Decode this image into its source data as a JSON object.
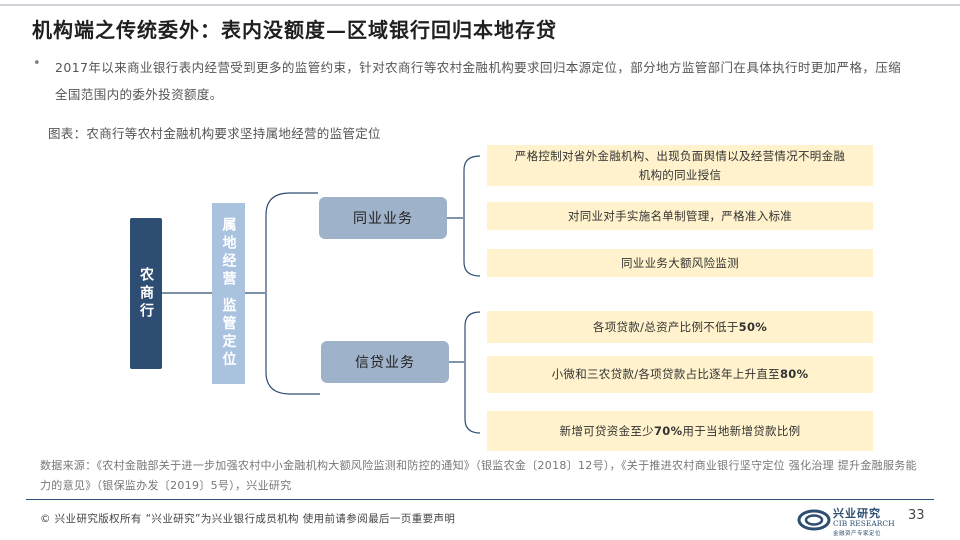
{
  "header": {
    "title": "机构端之传统委外：表内没额度—区域银行回归本地存贷"
  },
  "bullet": "2017年以来商业银行表内经营受到更多的监管约束，针对农商行等农村金融机构要求回归本源定位，部分地方监管部门在具体执行时更加严格，压缩全国范围内的委外投资额度。",
  "diagram": {
    "caption": "图表：农商行等农村金融机构要求坚持属地经营的监管定位",
    "root": "农商行",
    "middle": "属地经营 监管定位",
    "branches": [
      {
        "label": "同业业务",
        "items": [
          {
            "text": "严格控制对省外金融机构、出现负面舆情以及经营情况不明金融机构的同业授信"
          },
          {
            "text": "对同业对手实施名单制管理，严格准入标准"
          },
          {
            "text": "同业业务大额风险监测"
          }
        ]
      },
      {
        "label": "信贷业务",
        "items": [
          {
            "pre": "各项贷款/总资产比例不低于",
            "bold": "50%",
            "post": ""
          },
          {
            "pre": "小微和三农贷款/各项贷款占比逐年上升直至",
            "bold": "80%",
            "post": ""
          },
          {
            "pre": "新增可贷资金至少",
            "bold": "70%",
            "post": "用于当地新增贷款比例"
          }
        ]
      }
    ]
  },
  "source": "数据来源：《农村金融部关于进一步加强农村中小金融机构大额风险监测和防控的通知》（银监农金〔2018〕12号），《关于推进农村商业银行坚守定位 强化治理 提升金融服务能力的意见》（银保监办发〔2019〕5号），兴业研究",
  "footer": {
    "copyright": "©  兴业研究版权所有    “兴业研究”为兴业银行成员机构    使用前请参阅最后一页重要声明",
    "logo_name": "兴业研究",
    "logo_en": "CIB RESEARCH",
    "logo_sub": "金融资产专家定位",
    "page": "33"
  },
  "colors": {
    "root": "#2e4d72",
    "middle": "#a9c3df",
    "branch": "#9eb2c9",
    "leaf": "#fff2cc",
    "connector": "#2e4d72"
  }
}
